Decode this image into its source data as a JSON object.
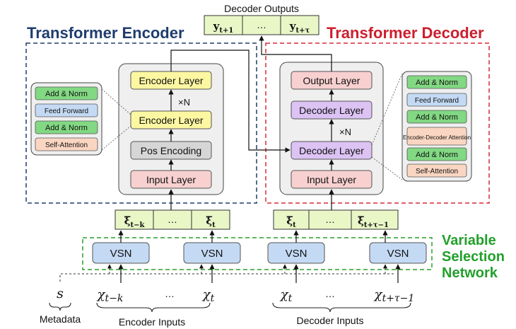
{
  "titles": {
    "encoder": "Transformer Encoder",
    "decoder": "Transformer Decoder",
    "vsn": [
      "Variable",
      "Selection",
      "Network"
    ],
    "decoder_outputs": "Decoder Outputs"
  },
  "colors": {
    "encoder_title": "#1f3d6e",
    "decoder_title": "#cc1f2e",
    "vsn_title": "#22a02a",
    "encoder_dash": "#1f3d6e",
    "decoder_dash": "#d62a38",
    "vsn_dash": "#2aa02a",
    "yellow": "#fdf7a2",
    "pink": "#f8d0d0",
    "gray_block": "#d6d6d6",
    "purple": "#dcc3f4",
    "green_block": "#82d883",
    "blue_block": "#c4daf4",
    "peach": "#fad6c2",
    "stack_bg": "#efefef",
    "vector_bg": "#e9f7c7"
  },
  "decoder_outputs": {
    "cells": [
      {
        "base": "y",
        "sub": "t+1"
      },
      {
        "base": "…",
        "sub": ""
      },
      {
        "base": "y",
        "sub": "t+τ"
      }
    ]
  },
  "encoder": {
    "layers": [
      "Encoder Layer",
      "Encoder Layer",
      "Pos Encoding",
      "Input Layer"
    ],
    "repeat": "×N"
  },
  "decoder": {
    "layers": [
      "Output Layer",
      "Decoder Layer",
      "Decoder Layer",
      "Input Layer"
    ],
    "repeat": "×N"
  },
  "encoder_layer_detail": [
    "Add & Norm",
    "Feed Forward",
    "Add & Norm",
    "Self-Attention"
  ],
  "decoder_layer_detail": [
    "Add & Norm",
    "Feed Forward",
    "Add & Norm",
    "Encoder-Decoder Attention",
    "Add & Norm",
    "Self-Attention"
  ],
  "encoder_vector": [
    {
      "base": "ξ̅",
      "sub": "t−k"
    },
    {
      "base": "…",
      "sub": ""
    },
    {
      "base": "ξ̅",
      "sub": "t"
    }
  ],
  "decoder_vector": [
    {
      "base": "ξ̅",
      "sub": "t"
    },
    {
      "base": "…",
      "sub": ""
    },
    {
      "base": "ξ̅",
      "sub": "t+τ−1"
    }
  ],
  "vsn_label": "VSN",
  "inputs": {
    "metadata_symbol": "s",
    "metadata_label": "Metadata",
    "encoder": [
      {
        "base": "χ",
        "sub": "t−k"
      },
      {
        "base": "…",
        "sub": ""
      },
      {
        "base": "χ",
        "sub": "t"
      }
    ],
    "encoder_label": "Encoder Inputs",
    "decoder": [
      {
        "base": "χ",
        "sub": "t"
      },
      {
        "base": "…",
        "sub": ""
      },
      {
        "base": "χ",
        "sub": "t+τ−1"
      }
    ],
    "decoder_label": "Decoder Inputs"
  }
}
